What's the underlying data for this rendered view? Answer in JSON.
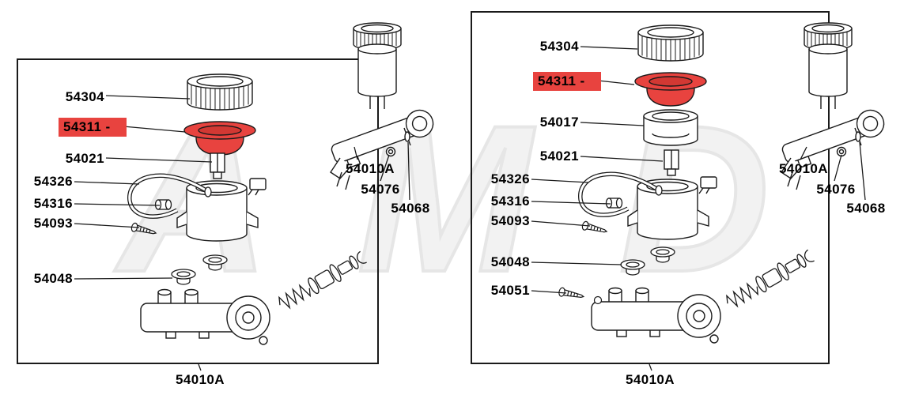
{
  "watermark": "AMD",
  "colors": {
    "highlight_red": "#e8433f",
    "line": "#1a1a1a",
    "watermark_gray": "#ececec"
  },
  "panels": [
    {
      "title": "54010A",
      "callouts": [
        {
          "part": "54304",
          "highlighted": false
        },
        {
          "part": "54311 -",
          "highlighted": true
        },
        {
          "part": "54021",
          "highlighted": false
        },
        {
          "part": "54326",
          "highlighted": false
        },
        {
          "part": "54316",
          "highlighted": false
        },
        {
          "part": "54093",
          "highlighted": false
        },
        {
          "part": "54048",
          "highlighted": false
        }
      ],
      "assembly_callouts": [
        {
          "part": "54010A"
        },
        {
          "part": "54076"
        },
        {
          "part": "54068"
        }
      ]
    },
    {
      "title": "54010A",
      "callouts": [
        {
          "part": "54304",
          "highlighted": false
        },
        {
          "part": "54311 -",
          "highlighted": true
        },
        {
          "part": "54017",
          "highlighted": false
        },
        {
          "part": "54021",
          "highlighted": false
        },
        {
          "part": "54326",
          "highlighted": false
        },
        {
          "part": "54316",
          "highlighted": false
        },
        {
          "part": "54093",
          "highlighted": false
        },
        {
          "part": "54048",
          "highlighted": false
        },
        {
          "part": "54051",
          "highlighted": false
        }
      ],
      "assembly_callouts": [
        {
          "part": "54010A"
        },
        {
          "part": "54076"
        },
        {
          "part": "54068"
        }
      ]
    }
  ]
}
